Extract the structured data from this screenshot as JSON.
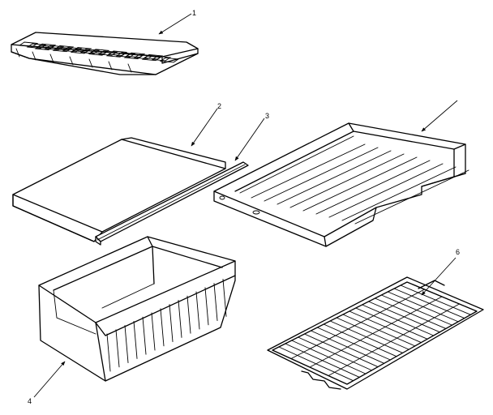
{
  "callouts": {
    "ice_tray": "1",
    "glass_shelf": "2",
    "shelf_trim": "3",
    "crisper_pan": "4",
    "shelf_rack": "6"
  }
}
